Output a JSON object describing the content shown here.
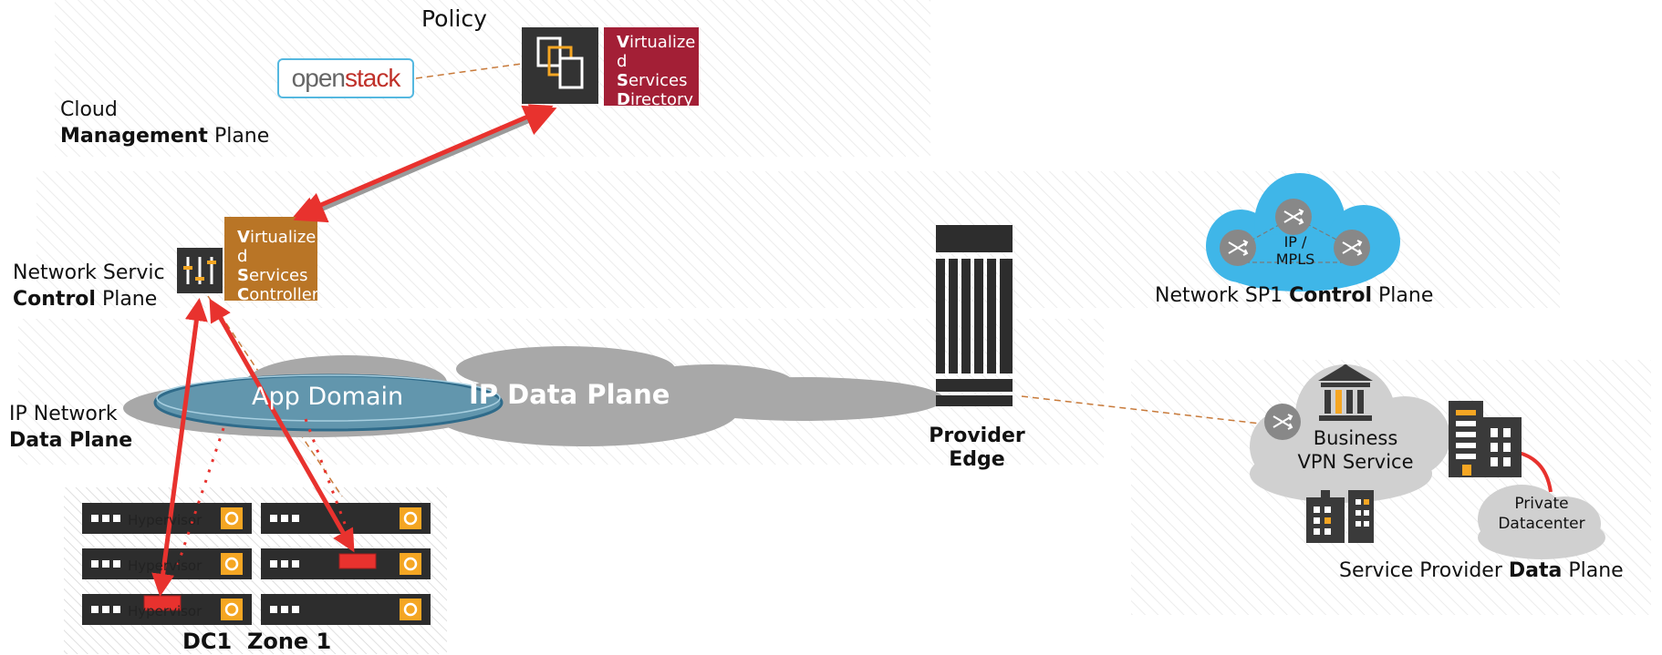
{
  "labels": {
    "policy": "Policy",
    "cloud_l1": "Cloud",
    "cloud_bold": "Management",
    "cloud_rest": " Plane",
    "nsc_l1": "Network Servic",
    "nsc_bold": "Control",
    "nsc_rest": " Plane",
    "ipnet_l1": "IP Network",
    "ipnet_bold": "Data Plane",
    "app_domain": "App Domain",
    "ip_data_plane": "IP Data Plane",
    "provider_l1": "Provider",
    "provider_l2": "Edge",
    "sp1_pre": "Network SP1 ",
    "sp1_bold": "Control",
    "sp1_rest": " Plane",
    "ipmpls_l1": "IP /",
    "ipmpls_l2": "MPLS",
    "vpn_l1": "Business",
    "vpn_l2": "VPN Service",
    "private_l1": "Private",
    "private_l2": "Datacenter",
    "spdp_pre": "Service Provider ",
    "spdp_bold": "Data",
    "spdp_rest": " Plane",
    "dc1": "DC1  Zone 1"
  },
  "openstack": {
    "part1": "open",
    "part2": "stack"
  },
  "vsd": {
    "l1b": "V",
    "l1": "irtualize",
    "l2": "d",
    "l3b": "S",
    "l3": "ervices",
    "l4b": "D",
    "l4": "irectory"
  },
  "vsc": {
    "l1b": "V",
    "l1": "irtualize",
    "l2": "d",
    "l3b": "S",
    "l3": "ervices",
    "l4b": "C",
    "l4": "ontroller"
  },
  "hypervisors": [
    "Hypervisor",
    "Hypervisor",
    "Hypervisor"
  ],
  "icons": [
    "windows-icon",
    "sliders-icon",
    "router-icon",
    "bank-icon",
    "office-building-icon",
    "gear-icon"
  ],
  "colors": {
    "vsd_red": "#a31f36",
    "vsc_orange": "#b97526",
    "cloud_blue": "#3fb6e8",
    "arrow_red": "#e8322e",
    "router_gray": "#888888",
    "server_dark": "#2d2d2d",
    "gear_yellow": "#f5a623"
  }
}
